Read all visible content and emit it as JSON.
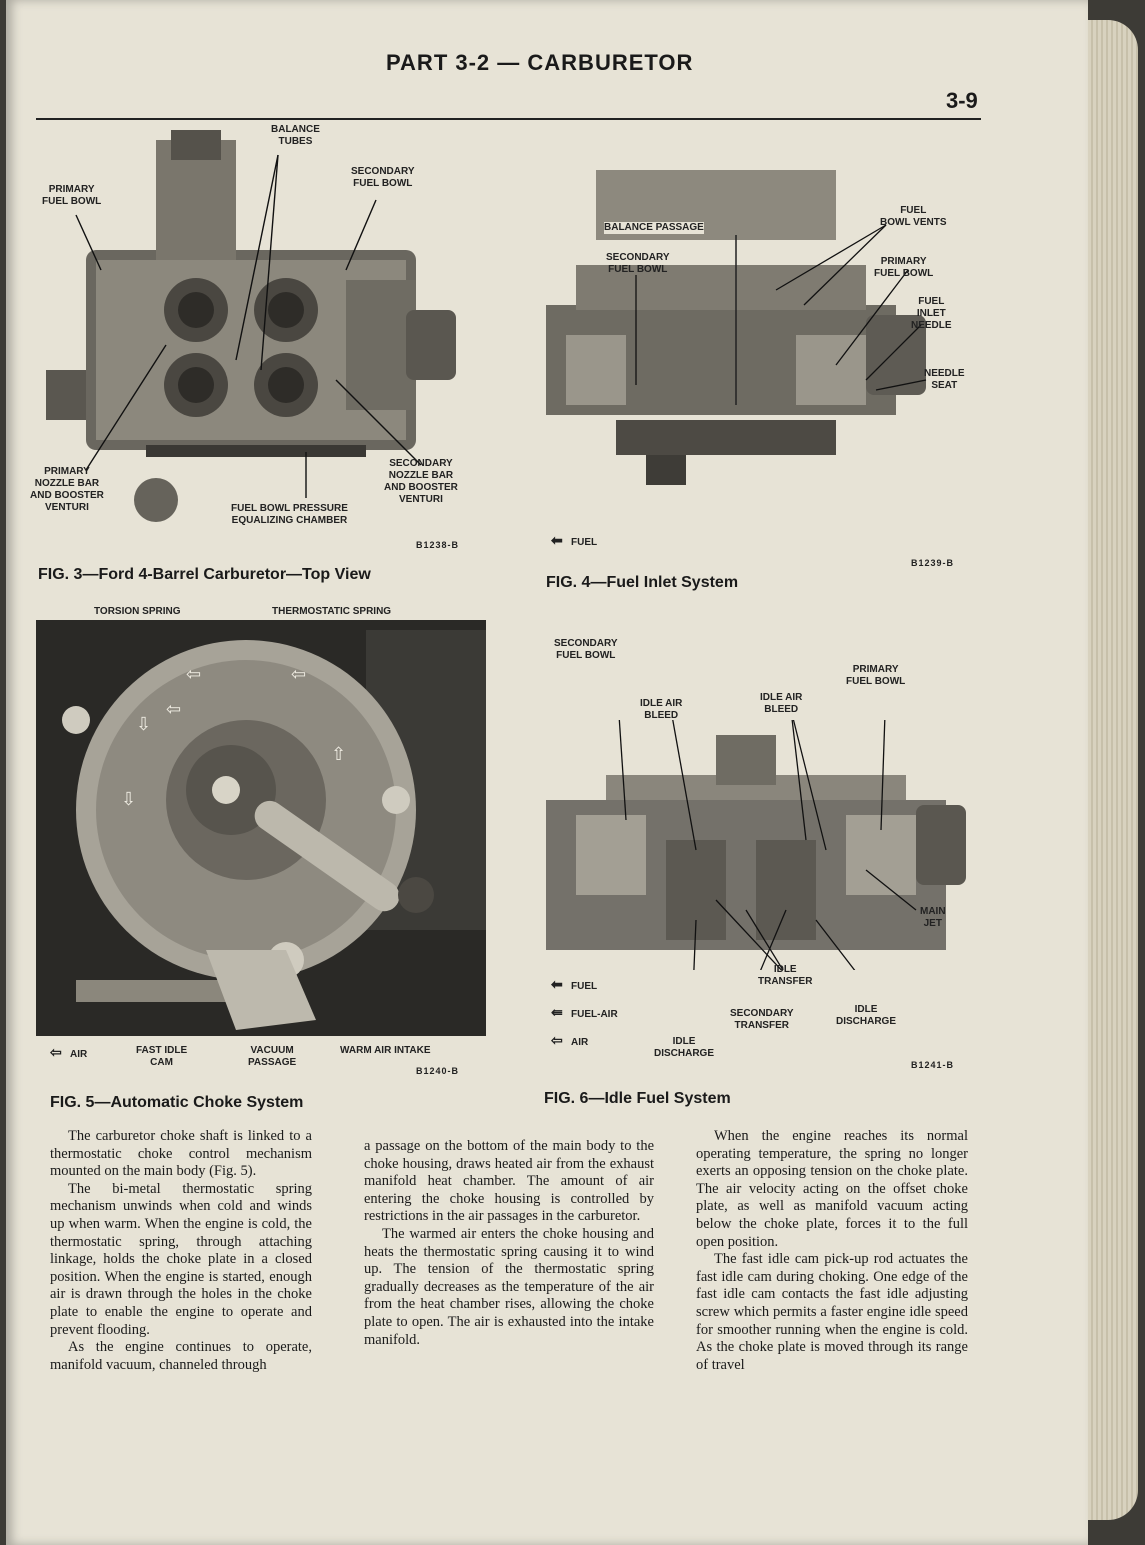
{
  "header": {
    "title": "PART 3-2 — CARBURETOR",
    "page_number": "3-9"
  },
  "figures": {
    "fig3": {
      "caption": "FIG. 3—Ford 4-Barrel Carburetor—Top View",
      "code": "B1238-B",
      "labels": {
        "balance_tubes": "BALANCE\nTUBES",
        "secondary_fuel_bowl": "SECONDARY\nFUEL BOWL",
        "primary_fuel_bowl": "PRIMARY\nFUEL BOWL",
        "primary_nozzle": "PRIMARY\nNOZZLE BAR\nAND BOOSTER\nVENTURI",
        "fuel_bowl_pressure": "FUEL BOWL PRESSURE\nEQUALIZING CHAMBER",
        "secondary_nozzle": "SECONDARY\nNOZZLE BAR\nAND BOOSTER\nVENTURI"
      }
    },
    "fig4": {
      "caption": "FIG. 4—Fuel Inlet System",
      "code": "B1239-B",
      "legend_fuel": "FUEL",
      "labels": {
        "balance_passage": "BALANCE PASSAGE",
        "fuel_bowl_vents": "FUEL\nBOWL VENTS",
        "secondary_fuel_bowl": "SECONDARY\nFUEL BOWL",
        "primary_fuel_bowl": "PRIMARY\nFUEL BOWL",
        "fuel_inlet_needle": "FUEL\nINLET\nNEEDLE",
        "needle_seat": "NEEDLE\nSEAT"
      }
    },
    "fig5": {
      "caption": "FIG. 5—Automatic Choke System",
      "code": "B1240-B",
      "labels": {
        "torsion_spring": "TORSION SPRING",
        "thermostatic_spring": "THERMOSTATIC SPRING",
        "air": "AIR",
        "fast_idle_cam": "FAST IDLE\nCAM",
        "vacuum_passage": "VACUUM\nPASSAGE",
        "warm_air_intake": "WARM AIR INTAKE"
      }
    },
    "fig6": {
      "caption": "FIG. 6—Idle Fuel System",
      "code": "B1241-B",
      "legend": [
        "FUEL",
        "FUEL-AIR",
        "AIR"
      ],
      "labels": {
        "secondary_fuel_bowl": "SECONDARY\nFUEL BOWL",
        "primary_fuel_bowl": "PRIMARY\nFUEL BOWL",
        "idle_air_bleed_1": "IDLE AIR\nBLEED",
        "idle_air_bleed_2": "IDLE AIR\nBLEED",
        "main_jet": "MAIN\nJET",
        "idle_transfer": "IDLE\nTRANSFER",
        "secondary_transfer": "SECONDARY\nTRANSFER",
        "idle_discharge_1": "IDLE\nDISCHARGE",
        "idle_discharge_2": "IDLE\nDISCHARGE"
      }
    }
  },
  "body": {
    "col1": [
      "The carburetor choke shaft is linked to a thermostatic choke control mechanism mounted on the main body (Fig. 5).",
      "The bi-metal thermostatic spring mechanism unwinds when cold and winds up when warm. When the engine is cold, the thermostatic spring, through attaching linkage, holds the choke plate in a closed position. When the engine is started, enough air is drawn through the holes in the choke plate to enable the engine to operate and prevent flooding.",
      "As the engine continues to operate, manifold vacuum, channeled through"
    ],
    "col2": [
      "a passage on the bottom of the main body to the choke housing, draws heated air from the exhaust manifold heat chamber. The amount of air entering the choke housing is controlled by restrictions in the air passages in the carburetor.",
      "The warmed air enters the choke housing and heats the thermostatic spring causing it to wind up. The tension of the thermostatic spring gradually decreases as the temperature of the air from the heat chamber rises, allowing the choke plate to open. The air is exhausted into the intake manifold."
    ],
    "col3": [
      "When the engine reaches its normal operating temperature, the spring no longer exerts an opposing tension on the choke plate. The air velocity acting on the offset choke plate, as well as manifold vacuum acting below the choke plate, forces it to the full open position.",
      "The fast idle cam pick-up rod actuates the fast idle cam during choking. One edge of the fast idle cam contacts the fast idle adjusting screw which permits a faster engine idle speed for smoother running when the engine is cold. As the choke plate is moved through its range of travel"
    ]
  }
}
